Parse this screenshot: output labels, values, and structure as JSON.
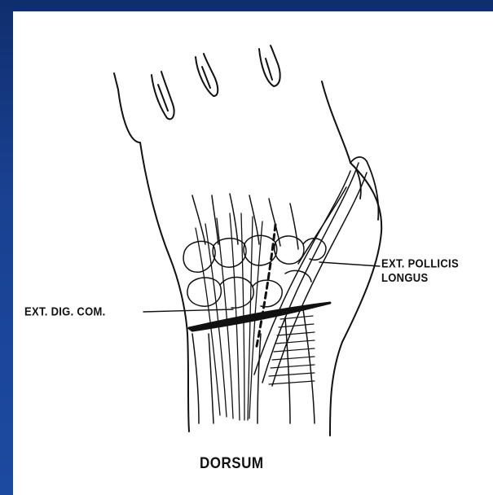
{
  "labels": {
    "ext_pollicis_longus_line1": "EXT. POLLICIS",
    "ext_pollicis_longus_line2": "LONGUS",
    "ext_dig_com": "EXT. DIG. COM."
  },
  "caption": "DORSUM",
  "colors": {
    "frame": "#1a4192",
    "panel": "#ffffff",
    "ink": "#111111"
  }
}
